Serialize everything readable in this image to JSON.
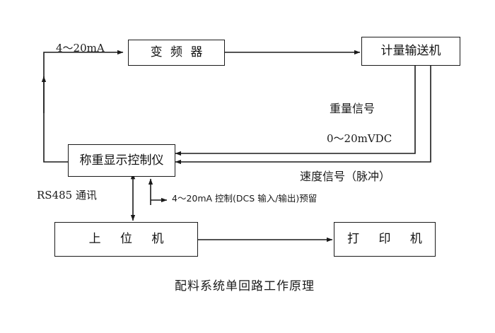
{
  "diagram": {
    "caption": "配料系统单回路工作原理",
    "stroke_color": "#1a1a1a",
    "background_color": "#ffffff",
    "nodes": {
      "inverter": "变 频 器",
      "metering_conveyor": "计量输送机",
      "weighing_controller": "称重显示控制仪",
      "host_computer": "上  位  机",
      "printer": "打 印 机"
    },
    "labels": {
      "current_signal": "4～20mA",
      "weight_signal": "重量信号",
      "weight_signal_range": "0～20mVDC",
      "speed_signal": "速度信号（脉冲）",
      "rs485": "RS485 通讯",
      "dcs_reserved": "4～20mA 控制(DCS 输入/输出)预留"
    }
  }
}
